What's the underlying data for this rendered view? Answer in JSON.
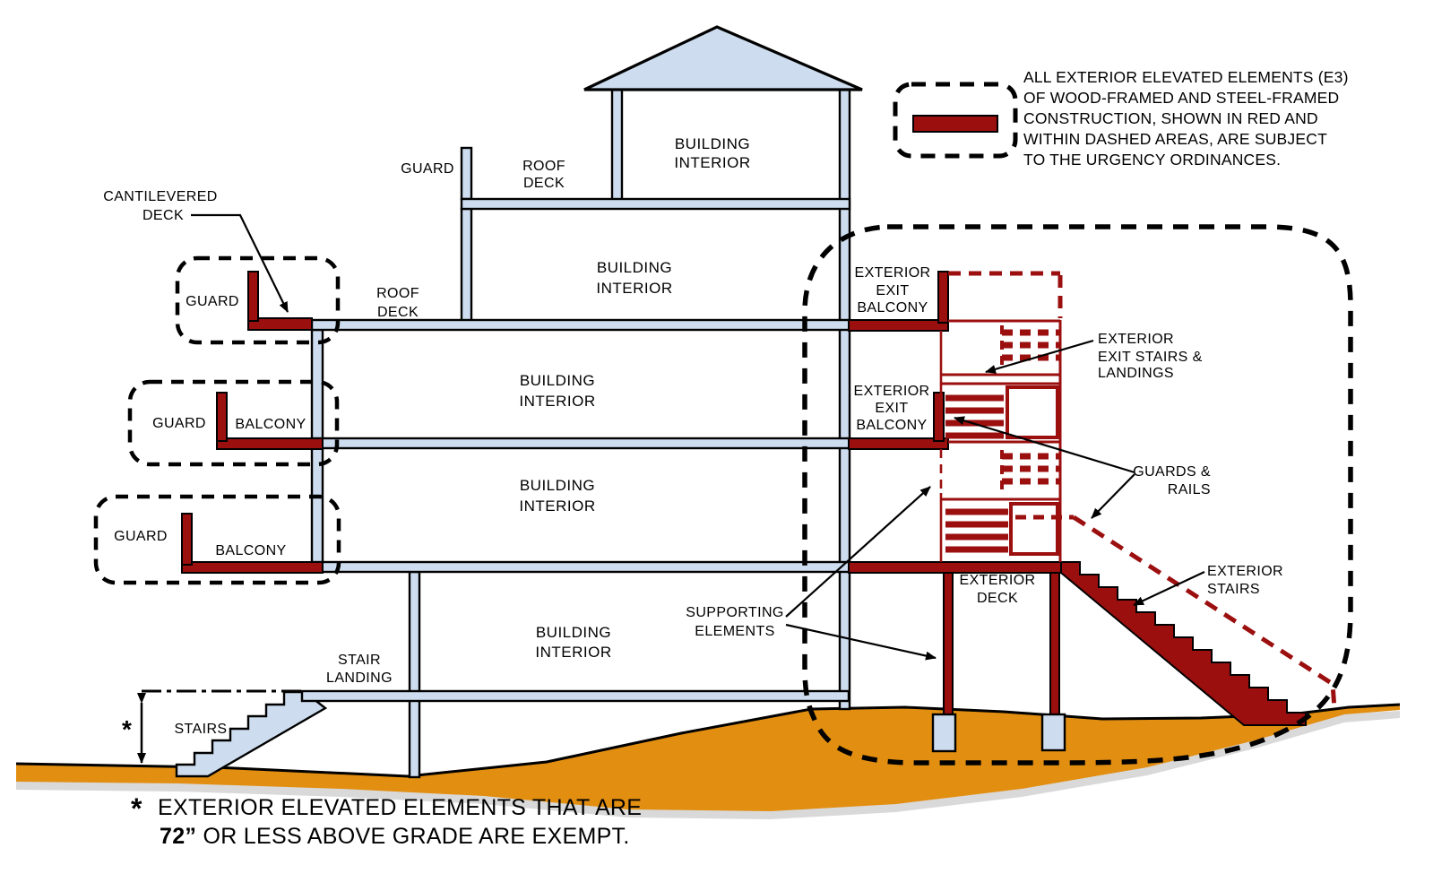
{
  "colors": {
    "element_red": "#9B0F0F",
    "structure_blue": "#CDDDEF",
    "ground_orange": "#E28E11",
    "shadow_gray": "#D9D9D9",
    "line_black": "#000000"
  },
  "legend": {
    "lines": [
      "ALL EXTERIOR ELEVATED ELEMENTS (E3)",
      "OF WOOD-FRAMED AND STEEL-FRAMED",
      "CONSTRUCTION, SHOWN IN RED AND",
      "WITHIN DASHED AREAS, ARE SUBJECT",
      "TO THE URGENCY ORDINANCES."
    ]
  },
  "labels": {
    "guard": "GUARD",
    "balcony": "BALCONY",
    "cantilevered_deck": [
      "CANTILEVERED",
      "DECK"
    ],
    "roof_deck": [
      "ROOF",
      "DECK"
    ],
    "building_interior": [
      "BUILDING",
      "INTERIOR"
    ],
    "exterior_exit_balcony": [
      "EXTERIOR",
      "EXIT",
      "BALCONY"
    ],
    "exterior_exit_stairs_landings": [
      "EXTERIOR",
      "EXIT STAIRS &",
      "LANDINGS"
    ],
    "guards_rails": [
      "GUARDS &",
      "RAILS"
    ],
    "exterior_deck": [
      "EXTERIOR",
      "DECK"
    ],
    "exterior_stairs": [
      "EXTERIOR",
      "STAIRS"
    ],
    "supporting_elements": [
      "SUPPORTING",
      "ELEMENTS"
    ],
    "stair_landing": [
      "STAIR",
      "LANDING"
    ],
    "stairs": "STAIRS",
    "height_marker": "*"
  },
  "footnote": {
    "marker": "*",
    "line1": "EXTERIOR ELEVATED ELEMENTS THAT ARE",
    "line2_bold": "72”",
    "line2_rest": " OR LESS ABOVE GRADE ARE EXEMPT."
  }
}
